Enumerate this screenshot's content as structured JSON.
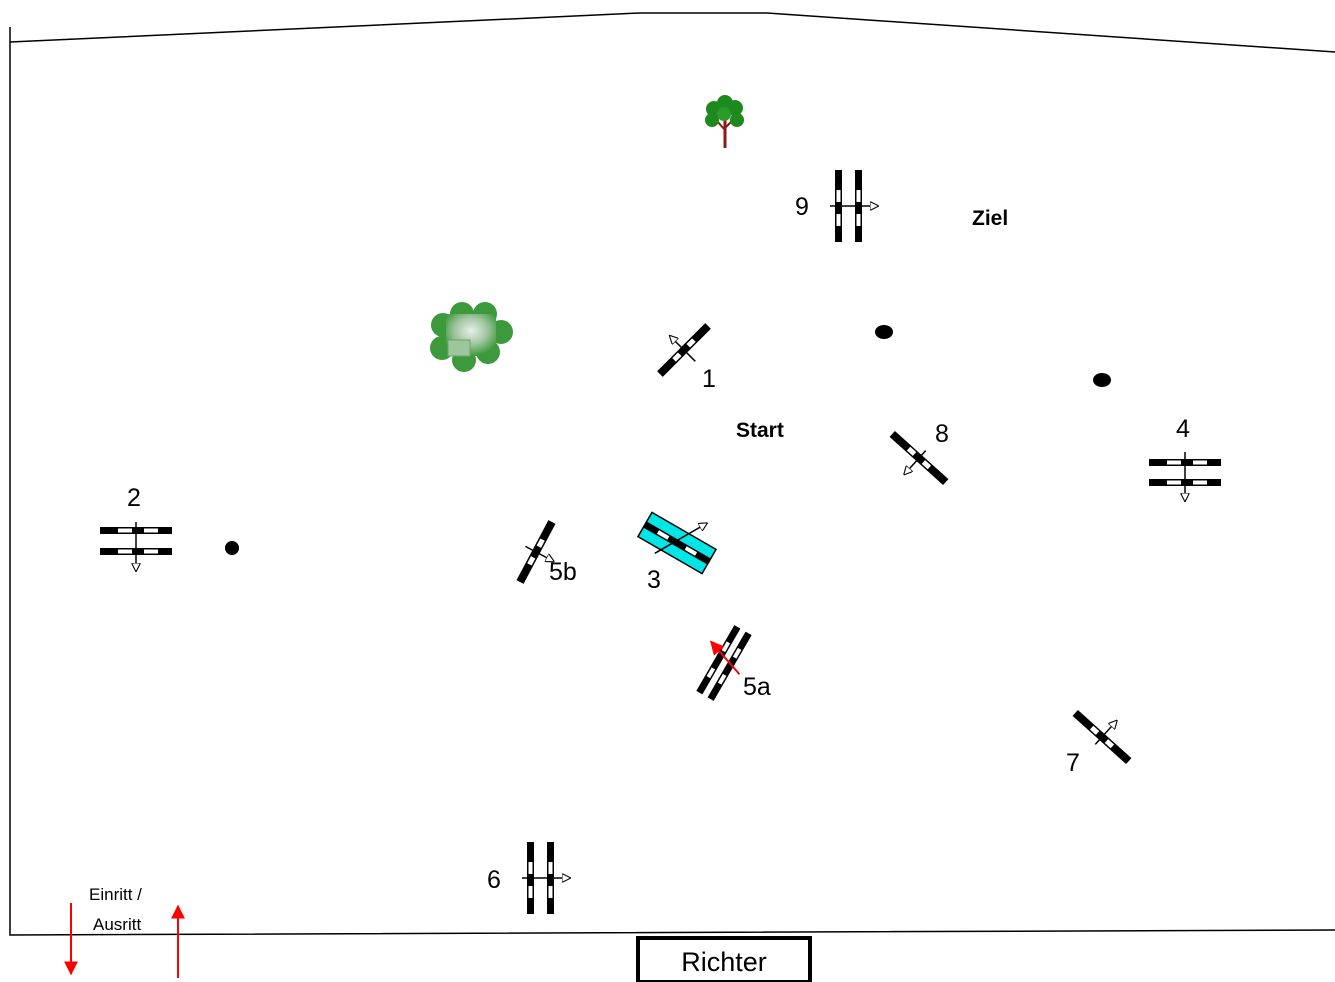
{
  "course": {
    "start_label": "Start",
    "finish_label": "Ziel",
    "entrance_label_1": "Einritt /",
    "entrance_label_2": "Ausritt",
    "judge_label": "Richter",
    "obstacles": [
      {
        "number": "1",
        "type": "vertical"
      },
      {
        "number": "2",
        "type": "oxer"
      },
      {
        "number": "3",
        "type": "water-jump"
      },
      {
        "number": "4",
        "type": "oxer"
      },
      {
        "number": "5a",
        "type": "combination-oxer"
      },
      {
        "number": "5b",
        "type": "vertical"
      },
      {
        "number": "6",
        "type": "oxer"
      },
      {
        "number": "7",
        "type": "vertical"
      },
      {
        "number": "8",
        "type": "vertical"
      },
      {
        "number": "9",
        "type": "oxer"
      }
    ],
    "colors": {
      "arena_line": "#000000",
      "water": "#00e5e5",
      "entrance_arrow": "#ff0000",
      "tree_foliage": "#1e8a1e",
      "tree_trunk": "#8b1a1a",
      "bush": "#4aa84a"
    }
  }
}
